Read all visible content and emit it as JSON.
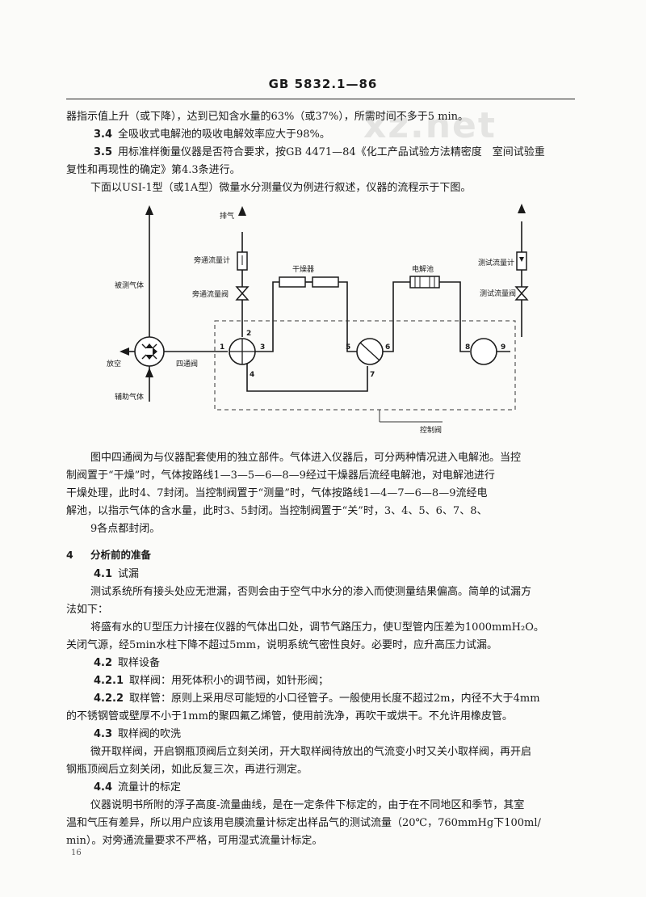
{
  "header": {
    "standard_number": "GB 5832.1—86"
  },
  "watermark": "xz.net",
  "paragraphs": {
    "p1": "器指示值上升（或下降），达到已知含水量的63%（或37%），所需时间不多于5 min。",
    "s3_4_num": "3.4",
    "s3_4_text": "全吸收式电解池的吸收电解效率应大于98%。",
    "s3_5_num": "3.5",
    "s3_5_text_1": "用标准样衡量仪器是否符合要求，按GB 4471—84《化工产品试验方法精密度　室间试验重",
    "s3_5_text_2": "复性和再现性的确定》第4.3条进行。",
    "intro": "下面以USI-1型（或1A型）微量水分测量仪为例进行叙述，仪器的流程示于下图。"
  },
  "diagram": {
    "labels": {
      "exhaust": "排气",
      "bypass_flowmeter": "旁通流量计",
      "dryer": "干燥器",
      "electrolytic_cell": "电解池",
      "test_flowmeter": "测试流量计",
      "measured_gas": "被测气体",
      "bypass_valve": "旁通流量阀",
      "test_valve": "测试流量阀",
      "vent": "放空",
      "four_way_valve": "四通阀",
      "aux_gas": "辅助气体",
      "control_valve": "控制阀"
    },
    "ports": [
      "1",
      "2",
      "3",
      "4",
      "5",
      "6",
      "7",
      "8",
      "9"
    ]
  },
  "description": {
    "l1": "图中四通阀为与仪器配套使用的独立部件。气体进入仪器后，可分两种情况进入电解池。当控",
    "l2": "制阀置于“干燥”时，气体按路线1—3—5—6—8—9经过干燥器后流经电解池，对电解池进行",
    "l3": "干燥处理，此时4、7封闭。当控制阀置于“测量”时，气体按路线1—4—7—6—8—9流经电",
    "l4": "解池，以指示气体的含水量，此时3、5封闭。当控制阀置于“关”时，3、4、5、6、7、8、",
    "l5": "9各点都封闭。"
  },
  "section4": {
    "num": "4",
    "title": "分析前的准备",
    "s4_1_num": "4.1",
    "s4_1_title": "试漏",
    "s4_1_l1": "测试系统所有接头处应无泄漏，否则会由于空气中水分的渗入而使测量结果偏高。简单的试漏方",
    "s4_1_l2": "法如下：",
    "s4_1_l3": "将盛有水的U型压力计接在仪器的气体出口处，调节气路压力，使U型管内压差为1000mmH₂O。",
    "s4_1_l4": "关闭气源，经5min水柱下降不超过5mm，说明系统气密性良好。必要时，应升高压力试漏。",
    "s4_2_num": "4.2",
    "s4_2_title": "取样设备",
    "s4_2_1_num": "4.2.1",
    "s4_2_1_text": "取样阀：用死体积小的调节阀，如针形阀；",
    "s4_2_2_num": "4.2.2",
    "s4_2_2_text": "取样管：原则上采用尽可能短的小口径管子。一般使用长度不超过2m，内径不大于4mm",
    "s4_2_2_l2": "的不锈钢管或壁厚不小于1mm的聚四氟乙烯管，使用前洗净，再吹干或烘干。不允许用橡皮管。",
    "s4_3_num": "4.3",
    "s4_3_title": "取样阀的吹洗",
    "s4_3_l1": "微开取样阀，开启钢瓶顶阀后立刻关闭，开大取样阀待放出的气流变小时又关小取样阀，再开启",
    "s4_3_l2": "钢瓶顶阀后立刻关闭，如此反复三次，再进行测定。",
    "s4_4_num": "4.4",
    "s4_4_title": "流量计的标定",
    "s4_4_l1": "仪器说明书所附的浮子高度-流量曲线，是在一定条件下标定的，由于在不同地区和季节，其室",
    "s4_4_l2": "温和气压有差异，所以用户应该用皂膜流量计标定出样品气的测试流量（20℃，760mmHg下100ml/",
    "s4_4_l3": "min）。对旁通流量要求不严格，可用湿式流量计标定。"
  },
  "footer": {
    "page": "16"
  }
}
